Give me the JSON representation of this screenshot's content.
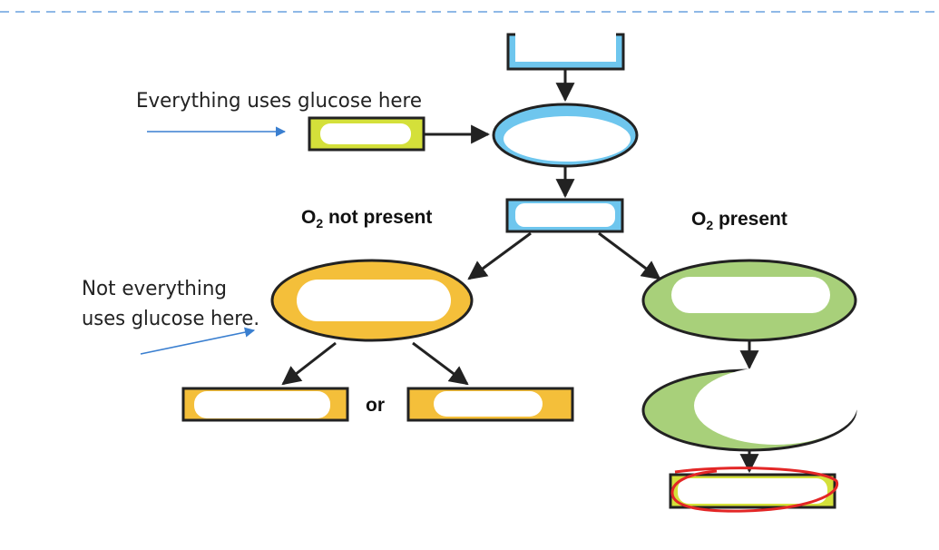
{
  "annotations": {
    "glycolysis_note": "Everything uses glucose here",
    "anaerobic_note_line1": "Not everything",
    "anaerobic_note_line2": "uses glucose here."
  },
  "branches": {
    "o2_absent": {
      "prefix": "O",
      "subscript": "2",
      "suffix": " not present"
    },
    "o2_present": {
      "prefix": "O",
      "subscript": "2",
      "suffix": " present"
    },
    "or_word": "or"
  },
  "colors": {
    "blue": "#6ec6ee",
    "yellow_green": "#d4e03a",
    "orange": "#f4bf3a",
    "green": "#a8d07a",
    "red_circle": "#e32626",
    "arrow_blue": "#3a7fd0",
    "dash": "#8fb8e6"
  }
}
